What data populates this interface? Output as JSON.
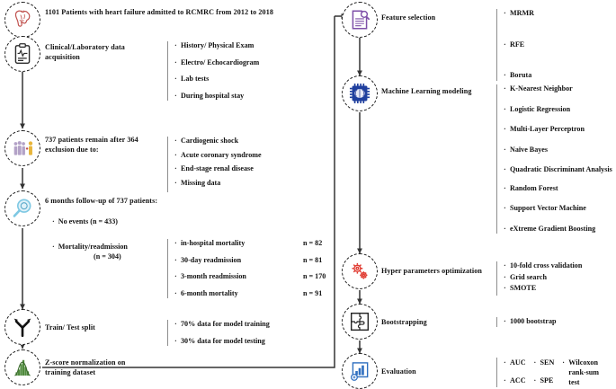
{
  "diagram": {
    "title": "Heart failure machine-learning study flowchart",
    "accent_colors": {
      "heart": "#c0504d",
      "clipboard": "#2b2b2b",
      "people_purple": "#b3a2c7",
      "people_yellow": "#e8b53a",
      "magnifier": "#7ec8e3",
      "split": "#111111",
      "zscore_green": "#4f8a3d",
      "feature_purple": "#7e4fa8",
      "ml_blue": "#1f3f9e",
      "gears_red": "#e03a30",
      "bootstrap_black": "#222222",
      "eval_blue": "#2f6fc0",
      "wire": "#333333",
      "divider": "#8d8d8d"
    }
  },
  "left_column": {
    "steps": [
      {
        "id": "cohort",
        "icon": "heart-icon",
        "title": "1101 Patients with heart failure admitted to RCMRC from 2012 to 2018",
        "bullets": []
      },
      {
        "id": "data-acquisition",
        "icon": "clipboard-ecg-icon",
        "title": "Clinical/Laboratory data acquisition",
        "bullets": [
          "History/ Physical Exam",
          "Electro/ Echocardiogram",
          "Lab tests",
          "During hospital stay"
        ]
      },
      {
        "id": "exclusion",
        "icon": "people-group-icon",
        "title": "737 patients remain after 364 exclusion due to:",
        "bullets": [
          "Cardiogenic shock",
          "Acute coronary syndrome",
          "End-stage renal disease",
          "Missing data"
        ]
      },
      {
        "id": "follow-up",
        "icon": "magnifier-icon",
        "title": "6 months follow-up of 737 patients:",
        "sub_bullets": [
          "No events   (n = 433)",
          "Mortality/readmission"
        ],
        "sub_note": "(n = 304)",
        "outcomes": [
          {
            "label": "in-hospital  mortality",
            "n": "n = 82"
          },
          {
            "label": "30-day    readmission",
            "n": "n = 81"
          },
          {
            "label": "3-month readmission",
            "n": "n = 170"
          },
          {
            "label": "6-month      mortality",
            "n": "n = 91"
          }
        ]
      },
      {
        "id": "train-test-split",
        "icon": "split-arrow-icon",
        "title": "Train/ Test split",
        "bullets": [
          "70% data for model training",
          "30% data for model testing"
        ]
      },
      {
        "id": "z-score",
        "icon": "bell-curve-icon",
        "title": "Z-score normalization on training dataset",
        "bullets": []
      }
    ]
  },
  "right_column": {
    "steps": [
      {
        "id": "feature-selection",
        "icon": "document-search-icon",
        "title": "Feature selection",
        "bullets": [
          "MRMR",
          "RFE",
          "Boruta"
        ]
      },
      {
        "id": "ml-modeling",
        "icon": "chip-brain-icon",
        "title": "Machine Learning modeling",
        "bullets": [
          "K-Nearest Neighbor",
          "Logistic Regression",
          "Multi-Layer Perceptron",
          "Naïve Bayes",
          "Quadratic Discriminant Analysis",
          "Random Forest",
          "Support Vector Machine",
          "eXtreme Gradient Boosting"
        ]
      },
      {
        "id": "hyperparameters",
        "icon": "gears-icon",
        "title": "Hyper parameters optimization",
        "bullets": [
          "10-fold cross validation",
          "Grid search",
          "SMOTE"
        ]
      },
      {
        "id": "bootstrapping",
        "icon": "puzzle-icon",
        "title": "Bootstrapping",
        "bullets": [
          "1000 bootstrap"
        ]
      },
      {
        "id": "evaluation",
        "icon": "bar-chart-icon",
        "title": "Evaluation",
        "metrics_col1": [
          "AUC",
          "ACC"
        ],
        "metrics_col2": [
          "SEN",
          "SPE"
        ],
        "metrics_col3": [
          "Wilcoxon",
          "rank-sum",
          "test"
        ]
      }
    ]
  }
}
